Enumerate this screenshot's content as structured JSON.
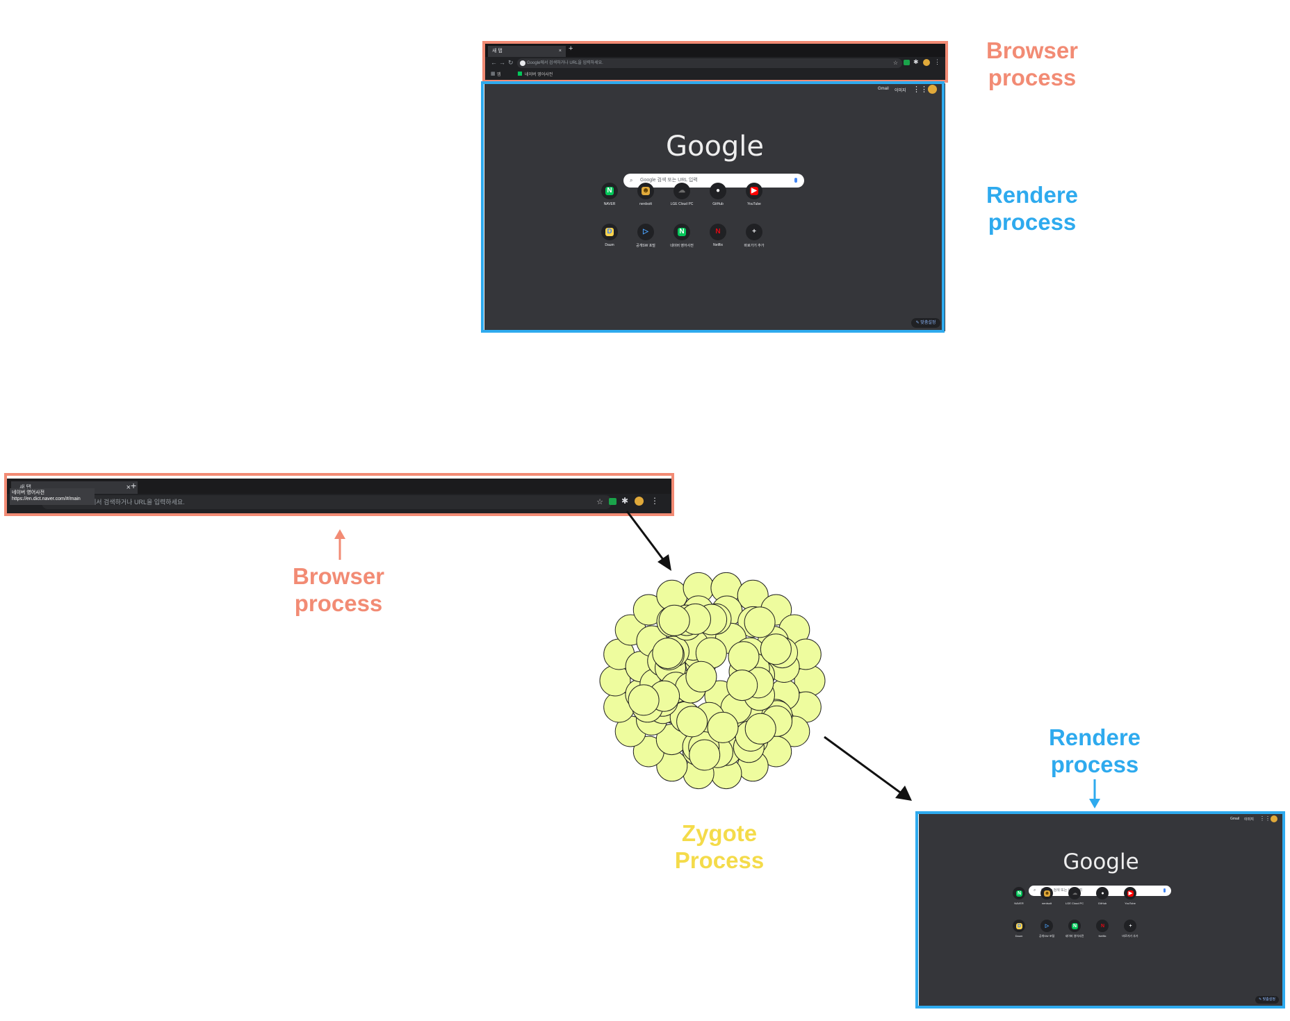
{
  "labels": {
    "browser_process_line1": "Browser",
    "browser_process_line2": "process",
    "renderer_process_line1": "Rendere",
    "renderer_process_line2": "process",
    "zygote_line1": "Zygote",
    "zygote_line2": "Process"
  },
  "browser": {
    "tab_title": "새 탭",
    "new_tab_symbol": "+",
    "tab_close_symbol": "×",
    "omnibox_placeholder": "Google에서 검색하거나 URL을 입력하세요.",
    "bookmarks": [
      "앱",
      "네이버 영어사전"
    ],
    "tooltip_title": "네이버 영어사전",
    "tooltip_url": "https://en.dict.naver.com/#/main",
    "omnibox_partial": "에서 검색하거나 URL을 입력하세요."
  },
  "page": {
    "top_links": [
      "Gmail",
      "이미지"
    ],
    "logo": "Google",
    "search_placeholder": "Google 검색 또는 URL 입력",
    "shortcuts": [
      {
        "label": "NAVER",
        "glyph": "N",
        "fg": "#ffffff",
        "bg": "#03c75a"
      },
      {
        "label": "nerdsolt",
        "glyph": "☻",
        "fg": "#5a3a00",
        "bg": "#e0a93a"
      },
      {
        "label": "LGE Cloud PC",
        "glyph": "☁",
        "fg": "#6b6b6b",
        "bg": "#202124"
      },
      {
        "label": "GitHub",
        "glyph": "●",
        "fg": "#ffffff",
        "bg": "#202124"
      },
      {
        "label": "YouTube",
        "glyph": "▶",
        "fg": "#ffffff",
        "bg": "#ff0000"
      },
      {
        "label": "Daum",
        "glyph": "D",
        "fg": "#3b82f6",
        "bg": "#fcd34d"
      },
      {
        "label": "공개SW 포털",
        "glyph": "▷",
        "fg": "#4aa3ff",
        "bg": "#202124"
      },
      {
        "label": "네이버 영어사전",
        "glyph": "N",
        "fg": "#ffffff",
        "bg": "#03c75a"
      },
      {
        "label": "Netflix",
        "glyph": "N",
        "fg": "#e50914",
        "bg": "#202124"
      },
      {
        "label": "바로가기 추가",
        "glyph": "+",
        "fg": "#e8eaed",
        "bg": "#202124"
      }
    ],
    "customize": "✎ 맞춤설정"
  },
  "colors": {
    "browser_process": "#f28b74",
    "renderer_process": "#2eaaee",
    "zygote_label": "#f4db4a",
    "zygote_fill": "#eefc9e",
    "zygote_stroke": "#222222",
    "arrow": "#111111"
  }
}
